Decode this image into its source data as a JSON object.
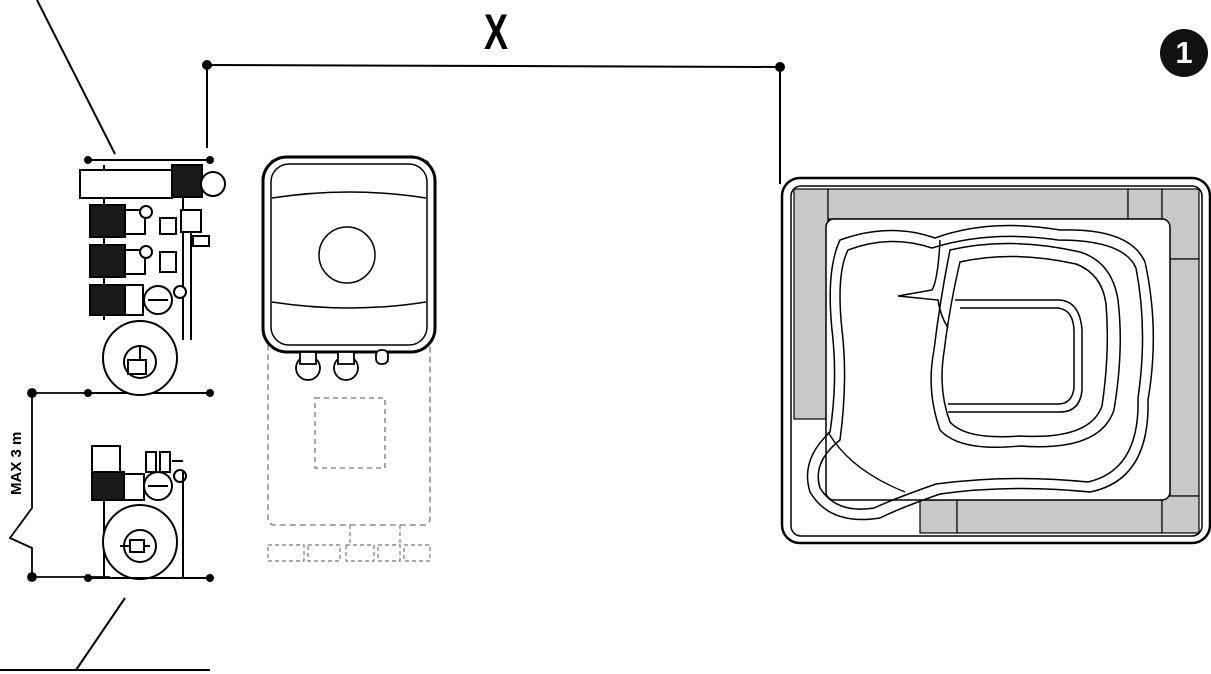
{
  "dimension_label": "X",
  "figure_number": "1",
  "height_label": "MAX 3 m",
  "colors": {
    "line": "#000000",
    "fill_gray": "#c8c8c8",
    "pump_fill": "#1a1a1a",
    "dashed": "#777777"
  }
}
